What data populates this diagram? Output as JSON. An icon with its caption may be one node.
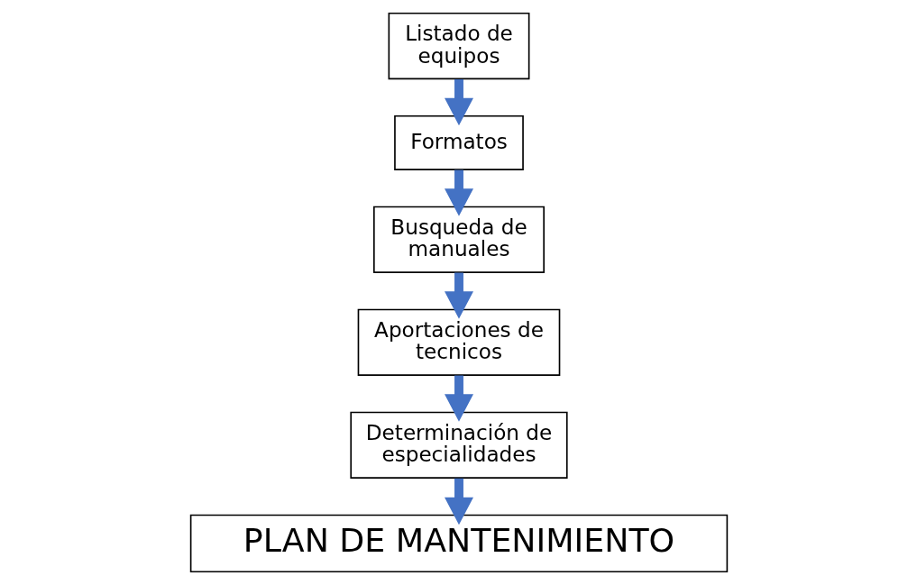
{
  "diagram": {
    "nodes": [
      {
        "text": [
          "Listado de equipos"
        ]
      },
      {
        "text": [
          "Formatos"
        ]
      },
      {
        "text": [
          "Busqueda de manuales"
        ]
      },
      {
        "text": [
          "Aportaciones de tecnicos"
        ]
      },
      {
        "text": [
          "Determinación de especialidades"
        ]
      },
      {
        "text": [
          "PLAN DE MANTENIMIENTO"
        ]
      }
    ],
    "edges": [
      {
        "from": 0,
        "to": 1,
        "arrow": "to"
      },
      {
        "from": 1,
        "to": 2,
        "arrow": "to"
      },
      {
        "from": 2,
        "to": 3,
        "arrow": "to"
      },
      {
        "from": 3,
        "to": 4,
        "arrow": "to"
      },
      {
        "from": 4,
        "to": 5,
        "arrow": "to"
      }
    ]
  }
}
